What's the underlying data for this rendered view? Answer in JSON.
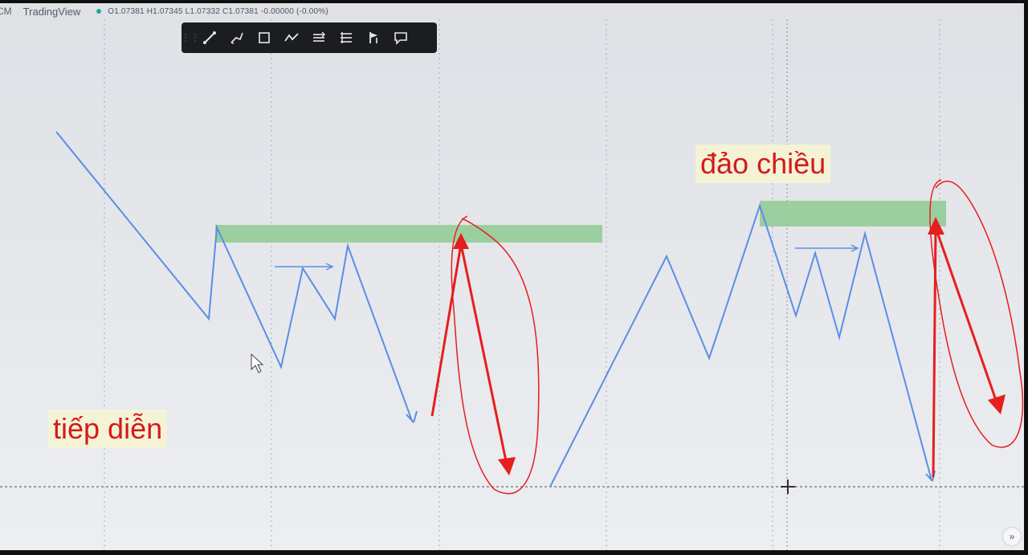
{
  "header": {
    "symbol_prefix": "CM",
    "app_title": "TradingView",
    "ohlc": "O1.07381 H1.07345 L1.07332 C1.07381 -0.00000 (-0.00%)"
  },
  "toolbar": {
    "grip_icon": "drag-handle-icon",
    "tools": [
      {
        "name": "trend-line-icon"
      },
      {
        "name": "brush-icon"
      },
      {
        "name": "rectangle-icon"
      },
      {
        "name": "path-icon"
      },
      {
        "name": "align-icon"
      },
      {
        "name": "parallel-lines-icon"
      },
      {
        "name": "flag-marker-icon"
      },
      {
        "name": "comment-icon"
      }
    ]
  },
  "annotations": {
    "continuation_label": "tiếp diễn",
    "reversal_label": "đảo chiều"
  },
  "colors": {
    "wave_line": "#5b8ee6",
    "zone_fill": "#8fca93",
    "arrow_red": "#e61e1e",
    "label_bg": "#f4f3d6",
    "label_text": "#d41a1a"
  },
  "scroll_button_icon": "double-chevron-right-icon"
}
